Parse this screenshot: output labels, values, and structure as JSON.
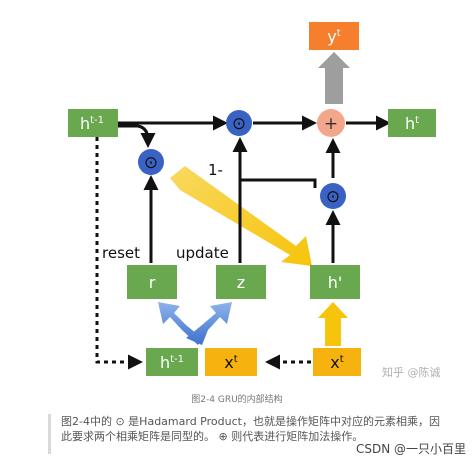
{
  "nodes": {
    "h_prev": "h",
    "h_prev_sup": "t-1",
    "h_out": "h",
    "h_out_sup": "t",
    "y_out": "y",
    "y_out_sup": "t",
    "r_gate": "r",
    "z_gate": "z",
    "h_cand": "h'",
    "h_prev_bottom": "h",
    "h_prev_bottom_sup": "t-1",
    "x_mid": "x",
    "x_mid_sup": "t",
    "x_right": "x",
    "x_right_sup": "t"
  },
  "operators": {
    "hadamard": "⊙",
    "add": "+"
  },
  "labels": {
    "reset": "reset",
    "update": "update",
    "one_minus": "1-"
  },
  "colors": {
    "green_box": "#6aa84f",
    "orange_box": "#f57f2c",
    "yellow_box": "#f6b20e",
    "blue_circle": "#3a62c4",
    "pink_circle": "#f4a68a",
    "gray_arrow": "#9e9e9e",
    "yellow_arrow": "#f6c40a",
    "blue_arrow": "#5b8ed8"
  },
  "figure_caption": "图2-4 GRU的内部结构",
  "caption_text": "图2-4中的 ⊙ 是Hadamard Product，也就是操作矩阵中对应的元素相乘，因此要求两个相乘矩阵是同型的。 ⊕ 则代表进行矩阵加法操作。",
  "watermark_zhihu": "知乎 @陈诚",
  "watermark_csdn": "CSDN @一只小百里"
}
